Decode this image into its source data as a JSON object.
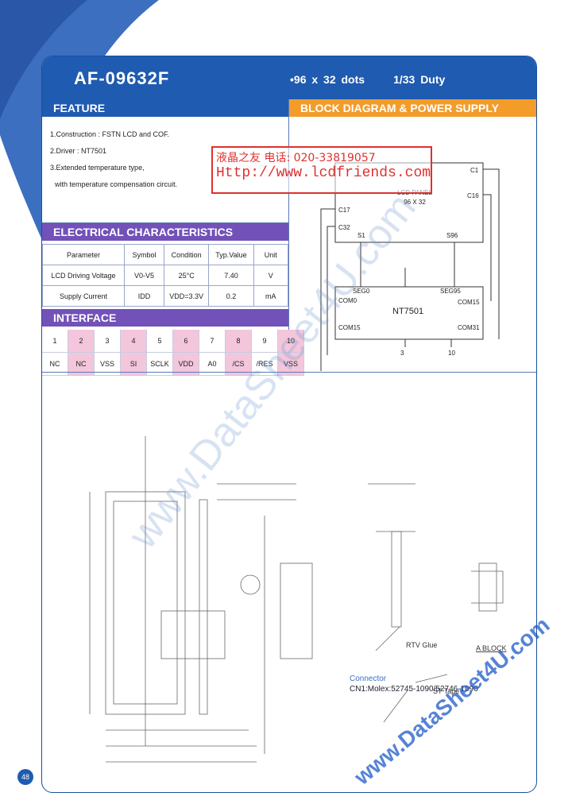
{
  "header": {
    "model": "AF-09632F",
    "dots": "•96 x 32 dots",
    "duty": "1/33 Duty"
  },
  "feature": {
    "heading": "FEATURE",
    "lines": [
      "1.Construction : FSTN LCD and COF.",
      "2.Driver : NT7501",
      "3.Extended temperature type,",
      "with temperature compensation circuit."
    ]
  },
  "block": {
    "heading": "BLOCK  DIAGRAM & POWER  SUPPLY",
    "panel_label": "LCD PANEL",
    "panel_size": "96 X 32",
    "c1": "C1",
    "c16": "C16",
    "c17": "C17",
    "c32": "C32",
    "s1": "S1",
    "s96": "S96",
    "driver": "NT7501",
    "seg0": "SEG0",
    "seg95": "SEG95",
    "com0": "COM0",
    "com15a": "COM15",
    "com15b": "COM15",
    "com31": "COM31",
    "pin3": "3",
    "pin10": "10"
  },
  "electrical": {
    "heading": "ELECTRICAL  CHARACTERISTICS",
    "headers": [
      "Parameter",
      "Symbol",
      "Condition",
      "Typ.Value",
      "Unit"
    ],
    "rows": [
      [
        "LCD  Driving  Voltage",
        "V0-V5",
        "25°C",
        "7.40",
        "V"
      ],
      [
        "Supply  Current",
        "IDD",
        "VDD=3.3V",
        "0.2",
        "mA"
      ]
    ]
  },
  "interface": {
    "heading": "INTERFACE",
    "pins": [
      "1",
      "2",
      "3",
      "4",
      "5",
      "6",
      "7",
      "8",
      "9",
      "10"
    ],
    "signals": [
      "NC",
      "NC",
      "VSS",
      "SI",
      "SCLK",
      "VDD",
      "A0",
      "/CS",
      "/RES",
      "VSS"
    ]
  },
  "drawing": {
    "rtv": "RTV Glue",
    "ablock": "A  BLOCK",
    "sttape": "ST Tape"
  },
  "connector": {
    "title": "Connector",
    "part": "CN1:Molex:52745-1090/52746-1090"
  },
  "watermark": {
    "line1": "液晶之友 电话: 020-33819057",
    "line2": "Http://www.lcdfriends.com",
    "diag": "www.DataSheet4U.com",
    "corner": "www.DataSheet4U.com"
  },
  "page": {
    "number": "48"
  },
  "colors": {
    "header_blue": "#1f5bb0",
    "purple": "#7252b8",
    "orange": "#f39c2a",
    "pink": "#f3c6dc"
  }
}
